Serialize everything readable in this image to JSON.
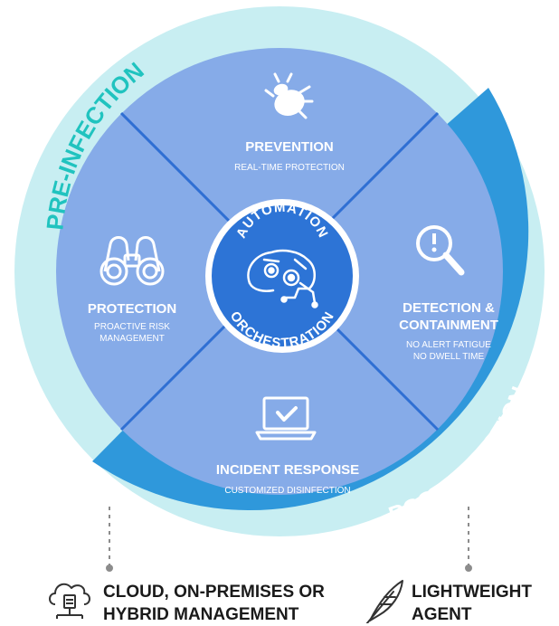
{
  "ring": {
    "pre_label": "PRE-INFECTION",
    "post_label": "POST-INFECTION",
    "pre_color": "#c8eef2",
    "post_color": "#2f98db",
    "pre_text_color": "#20c3bf",
    "post_text_color": "#ffffff"
  },
  "colors": {
    "segment": "#86abe8",
    "divider": "#2f6fd3",
    "center": "#2d74d6",
    "center_ring": "#ffffff",
    "leader": "#8c8c8c"
  },
  "center": {
    "top_text": "AUTOMATION",
    "bottom_text": "ORCHESTRATION",
    "icon": "brain-gears-icon"
  },
  "segments": {
    "prevention": {
      "title": "PREVENTION",
      "subtitle": "REAL-TIME PROTECTION",
      "icon": "bug-icon"
    },
    "protection": {
      "title": "PROTECTION",
      "subtitle_lines": [
        "PROACTIVE RISK",
        "MANAGEMENT"
      ],
      "icon": "binoculars-icon"
    },
    "detection": {
      "title_lines": [
        "DETECTION &",
        "CONTAINMENT"
      ],
      "subtitle_lines": [
        "NO ALERT FATIGUE",
        "NO DWELL TIME"
      ],
      "icon": "magnifier-alert-icon"
    },
    "incident": {
      "title": "INCIDENT RESPONSE",
      "subtitle": "CUSTOMIZED DISINFECTION",
      "icon": "laptop-check-icon"
    }
  },
  "bottom": {
    "cloud": {
      "lines": [
        "CLOUD, ON-PREMISES OR",
        "HYBRID MANAGEMENT"
      ],
      "icon": "cloud-server-icon"
    },
    "agent": {
      "lines": [
        "LIGHTWEIGHT",
        "AGENT"
      ],
      "icon": "feather-icon"
    }
  }
}
